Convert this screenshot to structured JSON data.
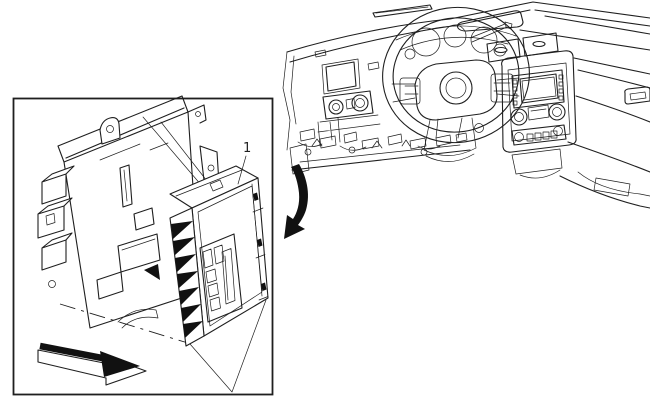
{
  "palette": {
    "ink": "#1f1f1f",
    "paper": "#ffffff",
    "black": "#111111"
  },
  "inset": {
    "callout_label": "1"
  },
  "icons": {
    "location_arrow": "curved-down-left-filled-arrow",
    "view_direction_arrow": "3d-block-arrow-pointing-lower-right"
  }
}
